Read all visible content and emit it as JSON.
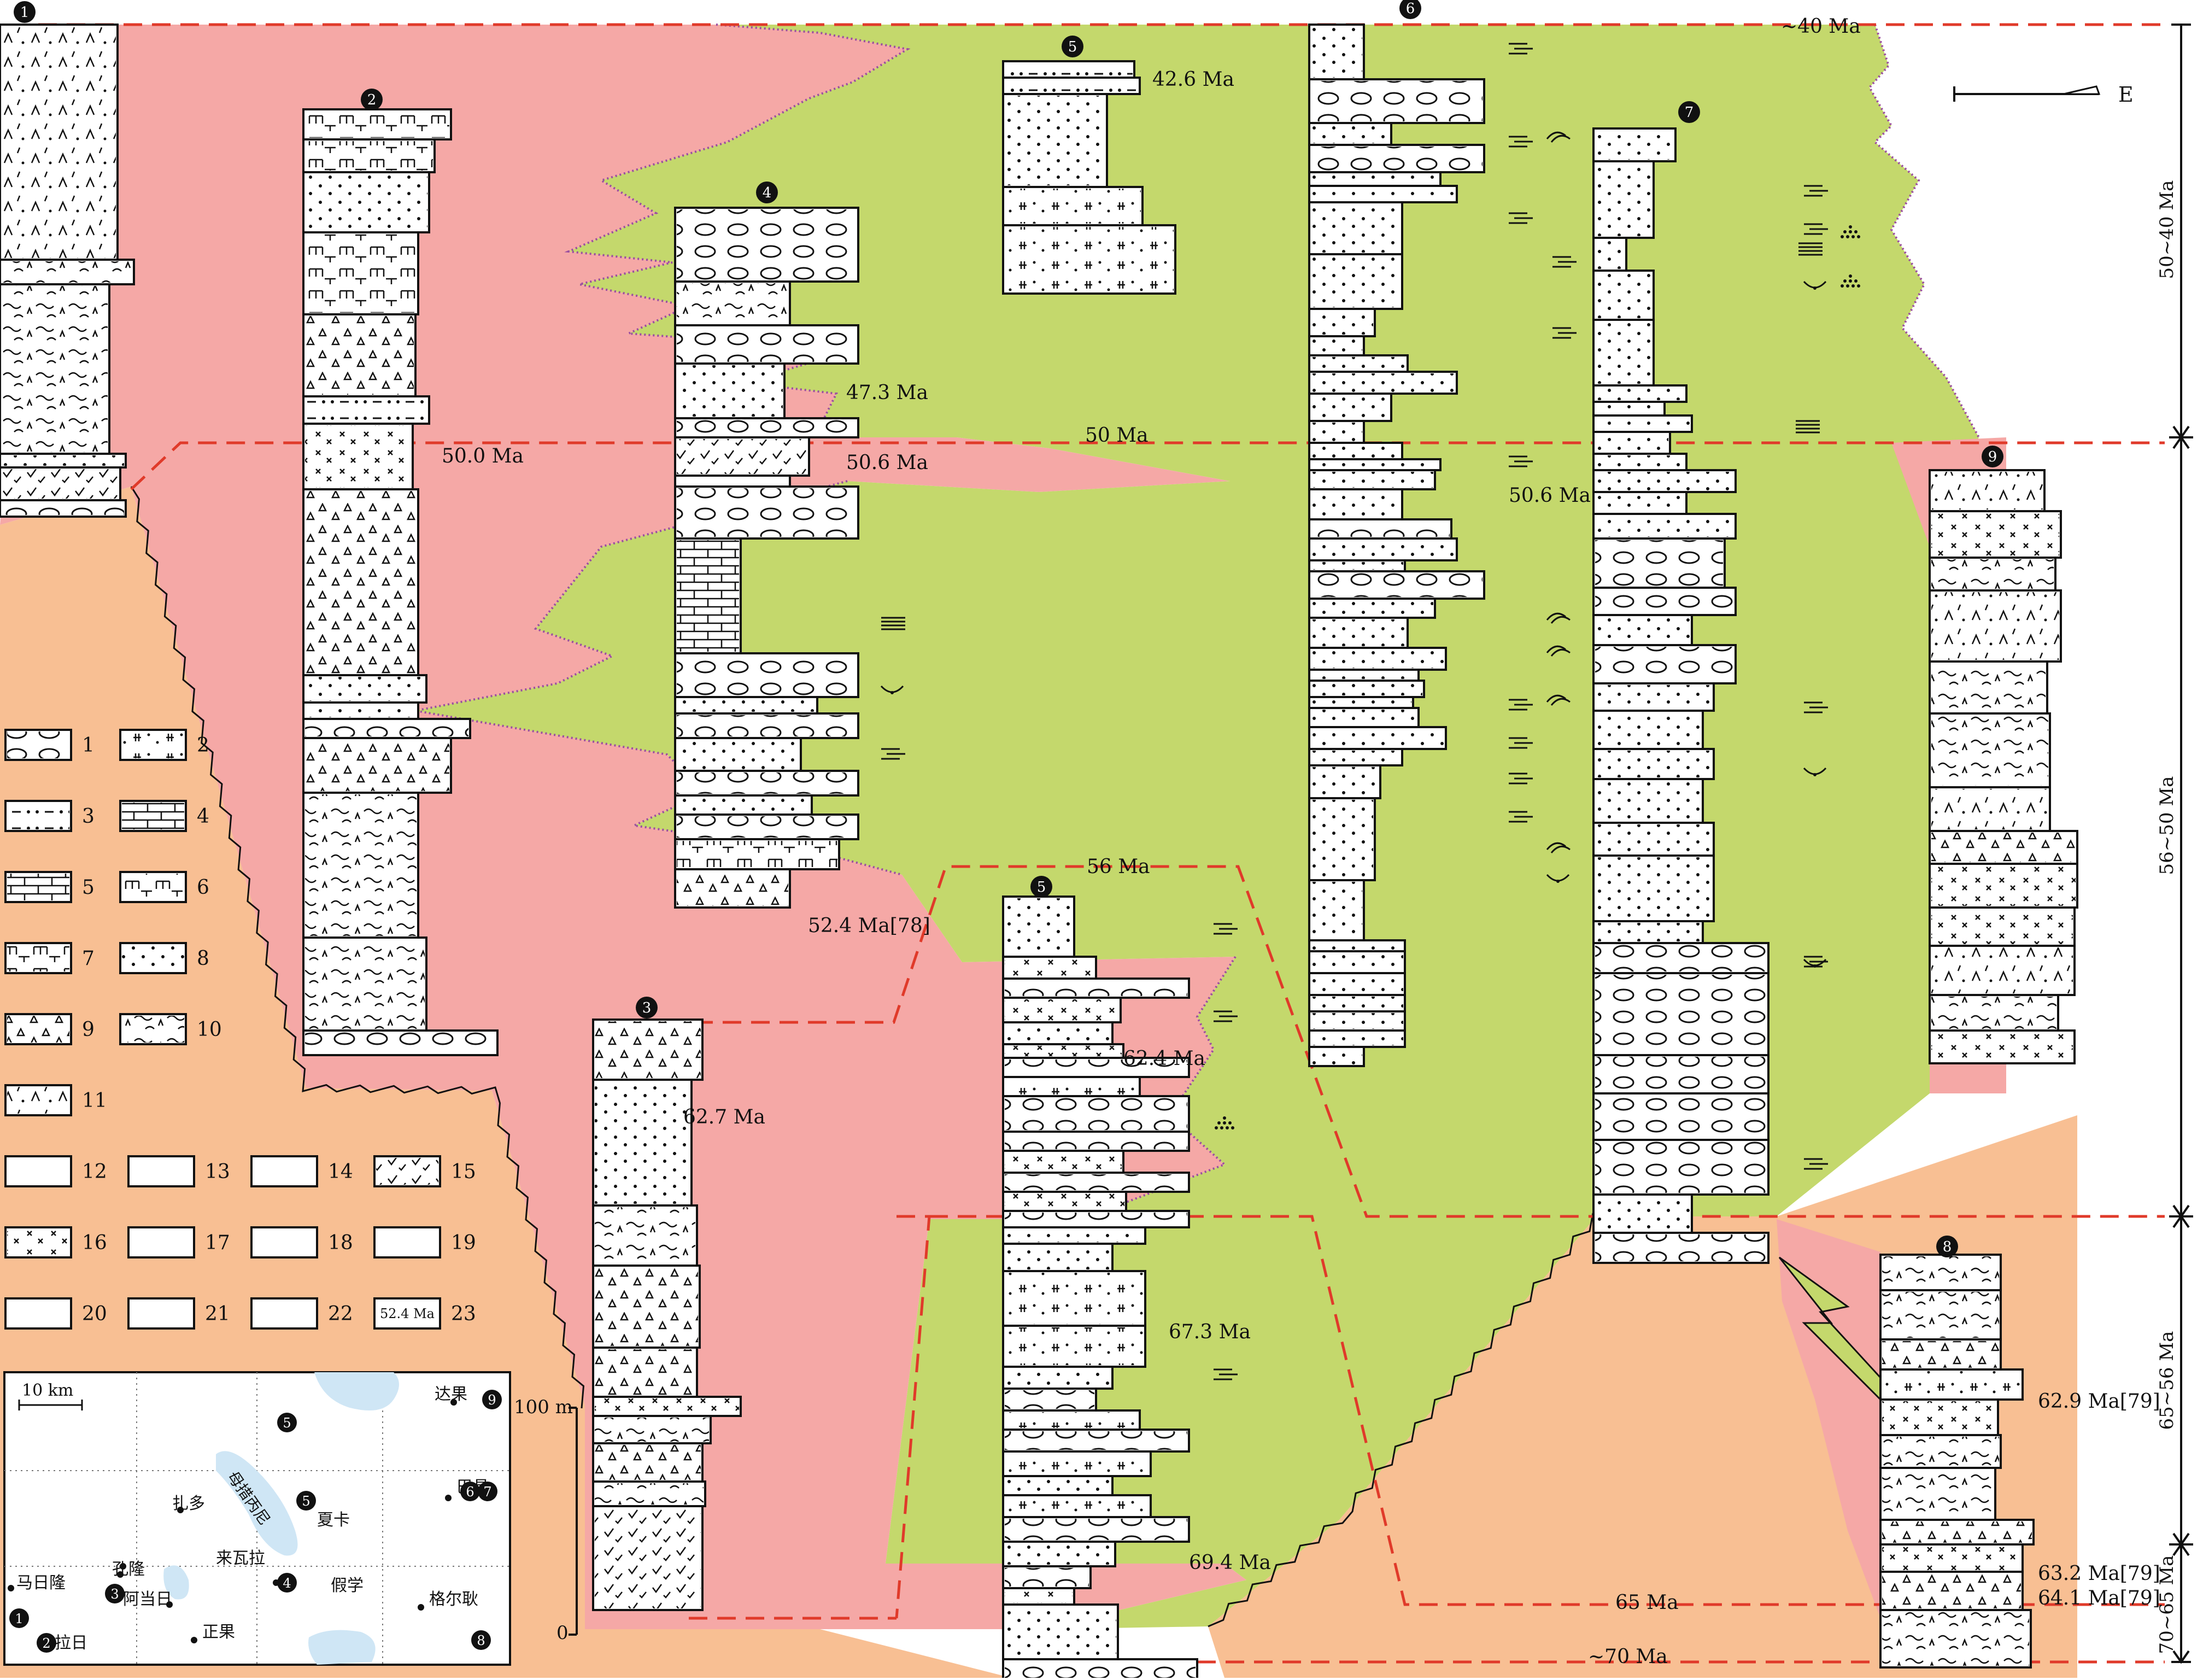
{
  "colors": {
    "pink": "#f5a8a6",
    "green": "#c4d86c",
    "orange": "#f8bf93",
    "red_dash": "#e03a2a",
    "purple": "#9b4fa0",
    "water": "#cfe6f5"
  },
  "age_labels": {
    "top_40": "~40 Ma",
    "l_42_6": "42.6 Ma",
    "l_47_3": "47.3 Ma",
    "l_50_0": "50.0 Ma",
    "l_50": "50 Ma",
    "l_50_6a": "50.6 Ma",
    "l_50_6b": "50.6 Ma",
    "l_52_4": "52.4 Ma[78]",
    "l_56": "56 Ma",
    "l_62_4": "62.4 Ma",
    "l_62_7": "62.7 Ma",
    "l_67_3": "67.3 Ma",
    "l_69_4": "69.4 Ma",
    "l_65": "65 Ma",
    "l_70": "~70 Ma",
    "l_62_9": "62.9 Ma[79]",
    "l_63_2": "63.2 Ma[79]",
    "l_64_1": "64.1 Ma[79]"
  },
  "scale_bar": {
    "top": "100 m",
    "bottom": "0"
  },
  "axis": {
    "interval_1": "50~40 Ma",
    "interval_2": "56~50 Ma",
    "interval_3": "65~56 Ma",
    "interval_4": "70~65 Ma"
  },
  "north": {
    "label": "E"
  },
  "columns": [
    {
      "id": "c1",
      "label": "1"
    },
    {
      "id": "c2",
      "label": "2"
    },
    {
      "id": "c3",
      "label": "3"
    },
    {
      "id": "c4",
      "label": "4"
    },
    {
      "id": "c5a",
      "label": "5"
    },
    {
      "id": "c5b",
      "label": "5"
    },
    {
      "id": "c6",
      "label": "6"
    },
    {
      "id": "c7",
      "label": "7"
    },
    {
      "id": "c8",
      "label": "8"
    },
    {
      "id": "c9",
      "label": "9"
    }
  ],
  "legend": [
    {
      "n": "1",
      "pattern": "oval"
    },
    {
      "n": "2",
      "pattern": "cross-dots"
    },
    {
      "n": "3",
      "pattern": "dot-dash"
    },
    {
      "n": "4",
      "pattern": "brick"
    },
    {
      "n": "5",
      "pattern": "slash-brick"
    },
    {
      "n": "6",
      "pattern": "basalt"
    },
    {
      "n": "7",
      "pattern": "t-bars"
    },
    {
      "n": "8",
      "pattern": "dots"
    },
    {
      "n": "9",
      "pattern": "triangles"
    },
    {
      "n": "10",
      "pattern": "wave"
    },
    {
      "n": "11",
      "pattern": "caret"
    },
    {
      "n": "12",
      "pattern": "diamond"
    },
    {
      "n": "13",
      "pattern": "flag"
    },
    {
      "n": "14",
      "pattern": "bulb"
    },
    {
      "n": "15",
      "pattern": "checks"
    },
    {
      "n": "16",
      "pattern": "xs"
    },
    {
      "n": "17",
      "pattern": "cross-bed"
    },
    {
      "n": "18",
      "pattern": "trough"
    },
    {
      "n": "19",
      "pattern": "swirl"
    },
    {
      "n": "20",
      "pattern": "lines-short"
    },
    {
      "n": "21",
      "pattern": "dot-pile"
    },
    {
      "n": "22",
      "pattern": "lines-full"
    },
    {
      "n": "23",
      "pattern": "age",
      "text": "52.4 Ma"
    }
  ],
  "inset_map": {
    "scale": "10 km",
    "lake": "母措丙尼",
    "places": [
      {
        "name": "达果",
        "num": "9"
      },
      {
        "name": "巴昌",
        "num": "6 7"
      },
      {
        "name": "扎多"
      },
      {
        "name": "夏卡",
        "num": "5"
      },
      {
        "name": "来瓦拉"
      },
      {
        "name": "孔隆"
      },
      {
        "name": "马日隆",
        "num": "1"
      },
      {
        "name": "阿当日",
        "num": "3"
      },
      {
        "name": "假学",
        "num": "4"
      },
      {
        "name": "格尔耿",
        "num": "8"
      },
      {
        "name": "申拉日",
        "num": "2"
      },
      {
        "name": "正果"
      }
    ],
    "extra_num": "5"
  }
}
